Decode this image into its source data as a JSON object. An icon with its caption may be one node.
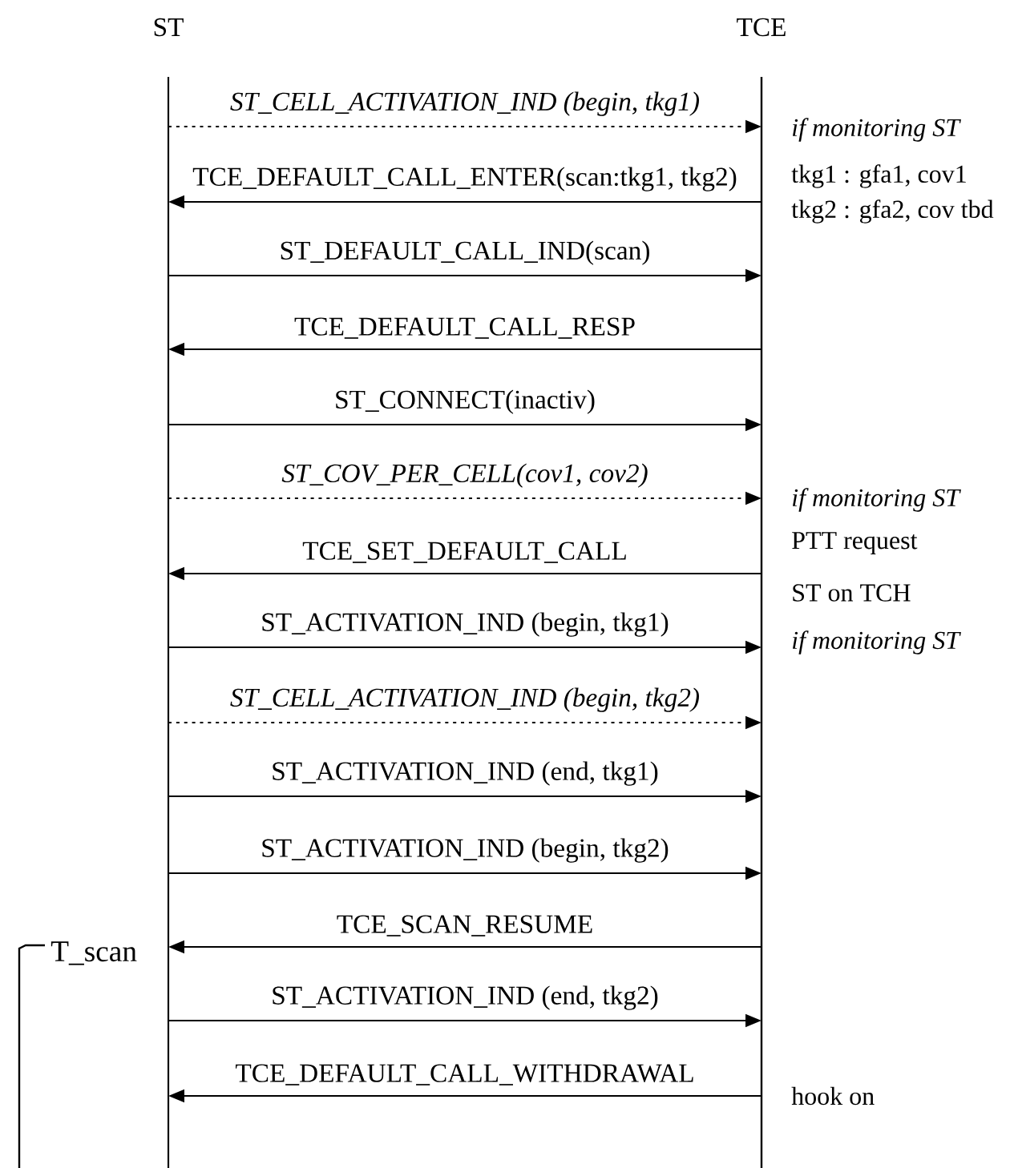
{
  "diagram": {
    "nodes": [
      {
        "text": [
          "ST"
        ]
      },
      {
        "text": [
          "TCE"
        ]
      }
    ],
    "edges": [
      {
        "from": 0,
        "to": 1,
        "arrow": "to",
        "label": "ST_CELL_ACTIVATION_IND (begin, tkg1)",
        "style": "dashed"
      },
      {
        "from": 1,
        "to": 0,
        "arrow": "to",
        "label": "TCE_DEFAULT_CALL_ENTER(scan:tkg1, tkg2)"
      },
      {
        "from": 0,
        "to": 1,
        "arrow": "to",
        "label": "ST_DEFAULT_CALL_IND(scan)"
      },
      {
        "from": 1,
        "to": 0,
        "arrow": "to",
        "label": "TCE_DEFAULT_CALL_RESP"
      },
      {
        "from": 0,
        "to": 1,
        "arrow": "to",
        "label": "ST_CONNECT(inactiv)"
      },
      {
        "from": 0,
        "to": 1,
        "arrow": "to",
        "label": "ST_COV_PER_CELL(cov1, cov2)",
        "style": "dashed"
      },
      {
        "from": 1,
        "to": 0,
        "arrow": "to",
        "label": "TCE_SET_DEFAULT_CALL"
      },
      {
        "from": 0,
        "to": 1,
        "arrow": "to",
        "label": "ST_ACTIVATION_IND (begin,  tkg1)"
      },
      {
        "from": 0,
        "to": 1,
        "arrow": "to",
        "label": "ST_CELL_ACTIVATION_IND (begin, tkg2)",
        "style": "dashed"
      },
      {
        "from": 0,
        "to": 1,
        "arrow": "to",
        "label": "ST_ACTIVATION_IND (end,  tkg1)"
      },
      {
        "from": 0,
        "to": 1,
        "arrow": "to",
        "label": "ST_ACTIVATION_IND (begin,  tkg2)"
      },
      {
        "from": 1,
        "to": 0,
        "arrow": "to",
        "label": "TCE_SCAN_RESUME"
      },
      {
        "from": 0,
        "to": 1,
        "arrow": "to",
        "label": "ST_ACTIVATION_IND (end,  tkg2)"
      },
      {
        "from": 1,
        "to": 0,
        "arrow": "to",
        "label": "TCE_DEFAULT_CALL_WITHDRAWAL"
      }
    ],
    "labels": [
      "if monitoring ST",
      "tkg1 : gfa1, cov1",
      "tkg2 : gfa2, cov tbd",
      "if monitoring ST",
      "PTT request",
      "ST on  TCH",
      "if monitoring ST",
      "T_scan",
      "hook on"
    ]
  }
}
